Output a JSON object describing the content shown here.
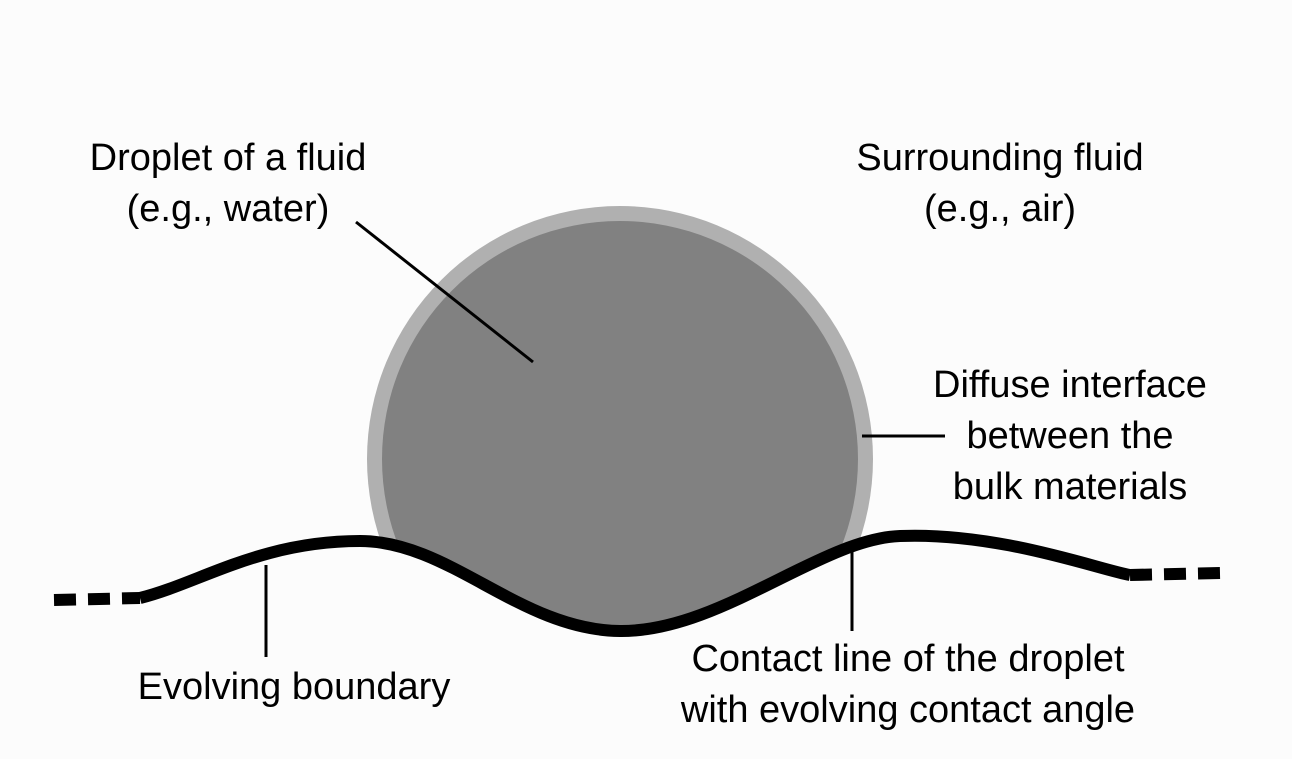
{
  "labels": {
    "droplet": {
      "line1": "Droplet of a fluid",
      "line2": "(e.g., water)"
    },
    "surrounding": {
      "line1": "Surrounding fluid",
      "line2": "(e.g., air)"
    },
    "interface": {
      "line1": "Diffuse interface",
      "line2": "between the",
      "line3": "bulk materials"
    },
    "boundary": {
      "line1": "Evolving boundary"
    },
    "contact": {
      "line1": "Contact line of the droplet",
      "line2": "with evolving contact angle"
    }
  },
  "colors": {
    "background": "#fcfcfc",
    "droplet_fill": "#818181",
    "interface_fill": "#b0b0b0",
    "boundary_stroke": "#000000",
    "leader_stroke": "#000000"
  }
}
